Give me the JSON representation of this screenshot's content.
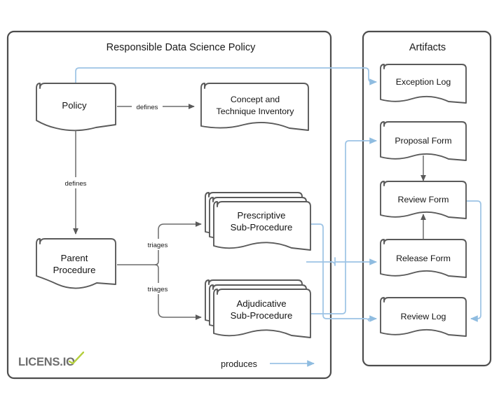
{
  "diagram": {
    "title_visible": false,
    "panels": [
      {
        "id": "policy-panel",
        "title": "Responsible Data Science Policy"
      },
      {
        "id": "artifacts-panel",
        "title": "Artifacts"
      }
    ],
    "nodes": [
      {
        "id": "policy",
        "label_lines": [
          "Policy"
        ],
        "panel": "policy-panel",
        "shape": "document"
      },
      {
        "id": "concept-technique-inventory",
        "label_lines": [
          "Concept and",
          "Technique Inventory"
        ],
        "panel": "policy-panel",
        "shape": "document"
      },
      {
        "id": "parent-procedure",
        "label_lines": [
          "Parent",
          "Procedure"
        ],
        "panel": "policy-panel",
        "shape": "document"
      },
      {
        "id": "prescriptive-sub-procedure",
        "label_lines": [
          "Prescriptive",
          "Sub-Procedure"
        ],
        "panel": "policy-panel",
        "shape": "document-stack"
      },
      {
        "id": "adjudicative-sub-procedure",
        "label_lines": [
          "Adjudicative",
          "Sub-Procedure"
        ],
        "panel": "policy-panel",
        "shape": "document-stack"
      },
      {
        "id": "exception-log",
        "label_lines": [
          "Exception Log"
        ],
        "panel": "artifacts-panel",
        "shape": "document"
      },
      {
        "id": "proposal-form",
        "label_lines": [
          "Proposal Form"
        ],
        "panel": "artifacts-panel",
        "shape": "document"
      },
      {
        "id": "review-form",
        "label_lines": [
          "Review Form"
        ],
        "panel": "artifacts-panel",
        "shape": "document"
      },
      {
        "id": "release-form",
        "label_lines": [
          "Release Form"
        ],
        "panel": "artifacts-panel",
        "shape": "document"
      },
      {
        "id": "review-log",
        "label_lines": [
          "Review Log"
        ],
        "panel": "artifacts-panel",
        "shape": "document"
      }
    ],
    "edge_labels": {
      "defines_policy_to_inventory": "defines",
      "defines_policy_to_parent": "defines",
      "triages_prescriptive": "triages",
      "triages_adjudicative": "triages"
    },
    "legend": {
      "produces_label": "produces"
    },
    "colors": {
      "panel_border": "#4d4d4d",
      "shape_border": "#5a5a5a",
      "gray_connector": "#6b6b6b",
      "blue_connector": "#9cc3e5",
      "text": "#141414",
      "logo_text": "#6e6e6e",
      "logo_swoosh": "#b5cf3f"
    }
  },
  "branding": {
    "logo_text": "LICENS.IO",
    "logo_icon": "check-swoosh-icon"
  }
}
